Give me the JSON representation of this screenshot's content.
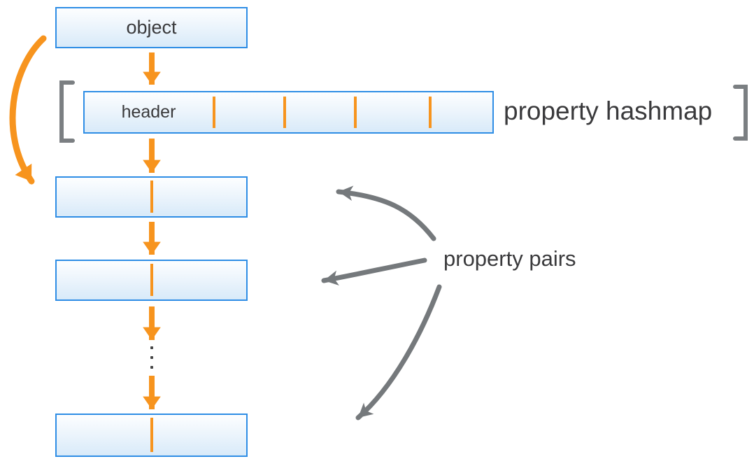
{
  "diagram": {
    "object_box": {
      "label": "object"
    },
    "hashmap": {
      "header_label": "header",
      "annotation": "property hashmap",
      "slot_divider_count": 4
    },
    "property_pairs": {
      "annotation": "property pairs",
      "box_count": 3,
      "ellipsis": "⋮"
    }
  },
  "colors": {
    "accent_orange": "#F7941E",
    "box_border_blue": "#2E8DE5",
    "box_fill_top": "#FDFEFF",
    "box_fill_bottom": "#D8EAF9",
    "bracket_gray": "#7B7F82",
    "arrow_gray": "#75797C",
    "text_dark": "#3A3A3C",
    "background": "#FFFFFF"
  }
}
